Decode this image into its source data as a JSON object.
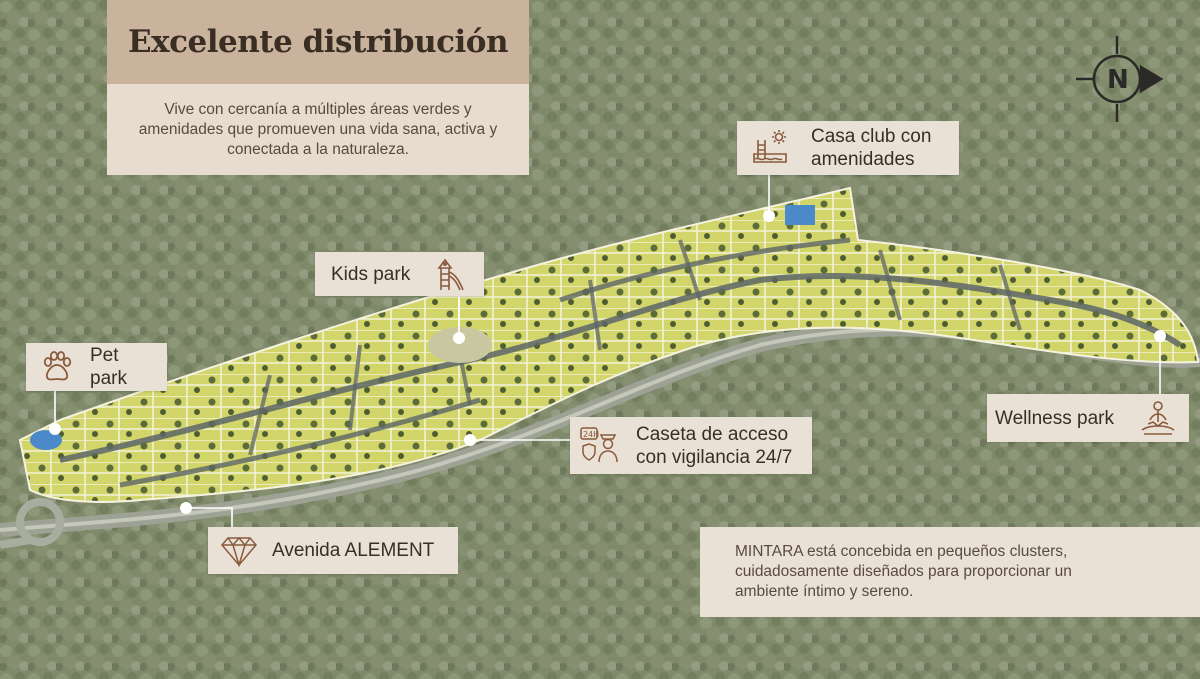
{
  "header": {
    "title": "Excelente distribución",
    "subtitle": "Vive con cercanía a múltiples áreas verdes y amenidades que promueven una vida sana, activa y conectada a la naturaleza."
  },
  "compass": {
    "label": "N",
    "icon": "compass-icon"
  },
  "labels": {
    "casa_club": {
      "text": "Casa club con amenidades",
      "icon": "pool-clubhouse-icon"
    },
    "kids_park": {
      "text": "Kids park",
      "icon": "playground-slide-icon"
    },
    "pet_park": {
      "text": "Pet park",
      "icon": "paw-icon"
    },
    "caseta": {
      "text": "Caseta de acceso con vigilancia 24/7",
      "icon": "security-guard-24h-icon"
    },
    "wellness": {
      "text": "Wellness park",
      "icon": "meditation-icon"
    },
    "avenida": {
      "text": "Avenida ALEMENT",
      "icon": "diamond-icon"
    }
  },
  "description": "MINTARA está concebida en pequeños clusters, cuidadosamente diseñados para proporcionar un ambiente íntimo y sereno.",
  "colors": {
    "accent": "#c9b39d",
    "panel": "#e9e1d6",
    "text": "#3a2d24",
    "lot_fill": "#d6d66a",
    "forest": "#7f8a6a"
  }
}
